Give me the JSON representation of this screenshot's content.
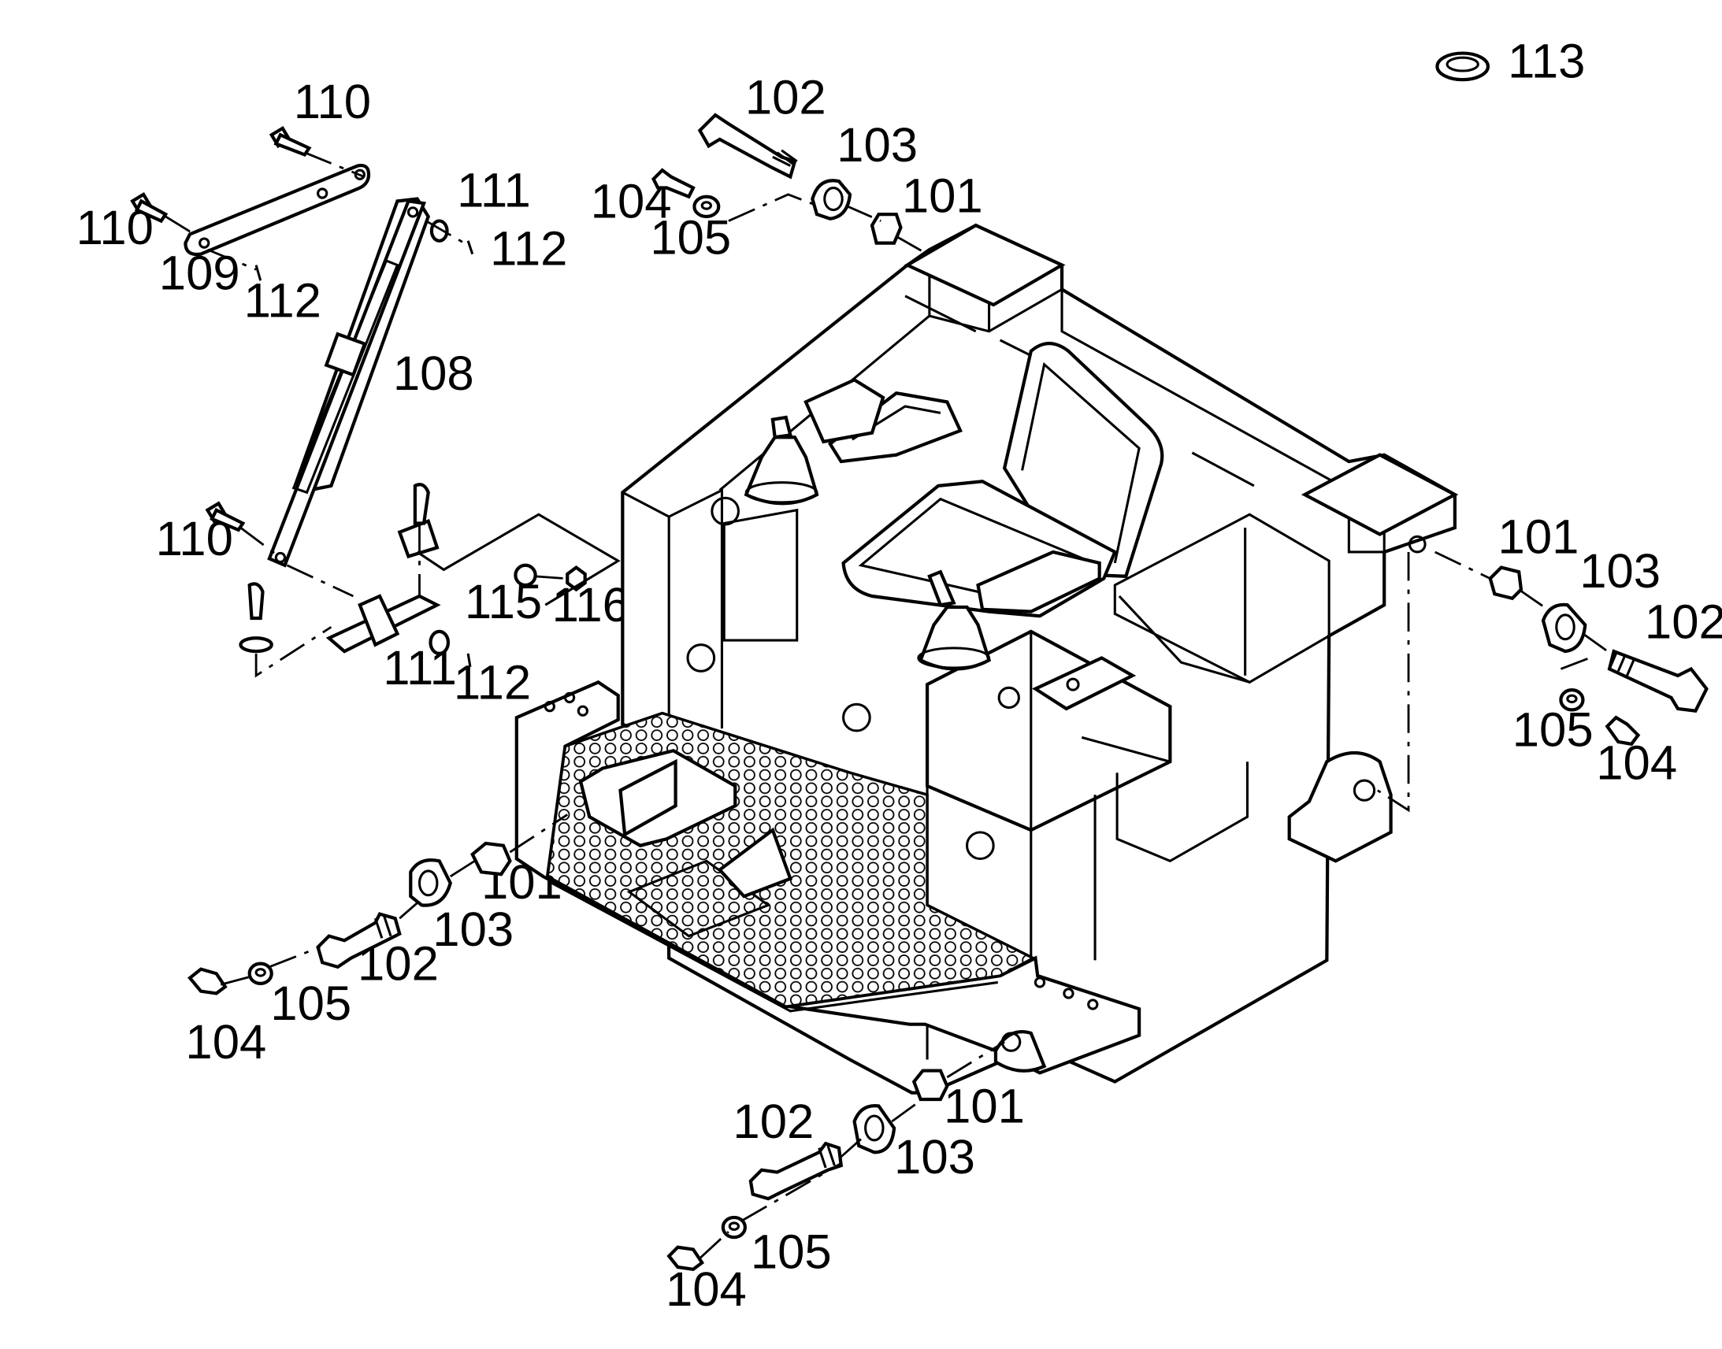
{
  "title": "",
  "callouts": [
    {
      "id": "c113",
      "text": "113"
    },
    {
      "id": "c110a",
      "text": "110"
    },
    {
      "id": "c110b",
      "text": "110"
    },
    {
      "id": "c109",
      "text": "109"
    },
    {
      "id": "c112a",
      "text": "112"
    },
    {
      "id": "c111a",
      "text": "111"
    },
    {
      "id": "c112b",
      "text": "112"
    },
    {
      "id": "c108",
      "text": "108"
    },
    {
      "id": "c110c",
      "text": "110"
    },
    {
      "id": "c115",
      "text": "115"
    },
    {
      "id": "c116",
      "text": "116"
    },
    {
      "id": "c111b",
      "text": "111"
    },
    {
      "id": "c112c",
      "text": "112"
    },
    {
      "id": "c102a",
      "text": "102"
    },
    {
      "id": "c103a",
      "text": "103"
    },
    {
      "id": "c101a",
      "text": "101"
    },
    {
      "id": "c104a",
      "text": "104"
    },
    {
      "id": "c105a",
      "text": "105"
    },
    {
      "id": "c101b",
      "text": "101"
    },
    {
      "id": "c103b",
      "text": "103"
    },
    {
      "id": "c102b",
      "text": "102"
    },
    {
      "id": "c105b",
      "text": "105"
    },
    {
      "id": "c104b",
      "text": "104"
    },
    {
      "id": "c101c",
      "text": "101"
    },
    {
      "id": "c103c",
      "text": "103"
    },
    {
      "id": "c102c",
      "text": "102"
    },
    {
      "id": "c105c",
      "text": "105"
    },
    {
      "id": "c104c",
      "text": "104"
    },
    {
      "id": "c101d",
      "text": "101"
    },
    {
      "id": "c102d",
      "text": "102"
    },
    {
      "id": "c103d",
      "text": "103"
    },
    {
      "id": "c105d",
      "text": "105"
    },
    {
      "id": "c104d",
      "text": "104"
    }
  ]
}
